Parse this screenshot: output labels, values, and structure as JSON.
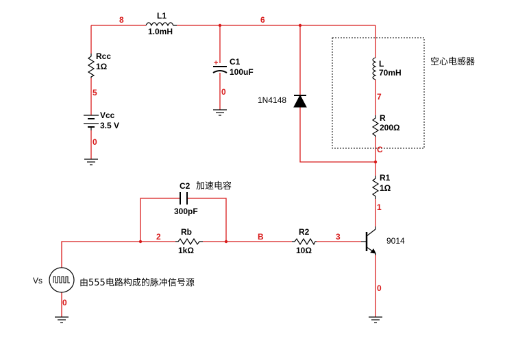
{
  "components": {
    "l1": {
      "name": "L1",
      "value": "1.0mH"
    },
    "c1": {
      "name": "C1",
      "value": "100uF",
      "polarity": "+"
    },
    "rcc": {
      "name": "Rcc",
      "value": "1Ω"
    },
    "vcc": {
      "name": "Vcc",
      "value": "3.5 V"
    },
    "diode": {
      "name": "1N4148"
    },
    "l": {
      "name": "L",
      "value": "70mH"
    },
    "r": {
      "name": "R",
      "value": "200Ω"
    },
    "r1": {
      "name": "R1",
      "value": "1Ω"
    },
    "c2": {
      "name": "C2",
      "value": "300pF",
      "note": "加速电容"
    },
    "rb": {
      "name": "Rb",
      "value": "1kΩ"
    },
    "r2": {
      "name": "R2",
      "value": "10Ω"
    },
    "q": {
      "name": "9014"
    },
    "vs": {
      "name": "Vs",
      "note": "由555电路构成的脉冲信号源"
    }
  },
  "box_label": "空心电感器",
  "nets": {
    "n8": "8",
    "n6": "6",
    "n5": "5",
    "n0a": "0",
    "n0c1": "0",
    "n7": "7",
    "nC": "C",
    "n1": "1",
    "n2": "2",
    "nB": "B",
    "n3": "3",
    "n0q": "0",
    "n0vs": "0"
  }
}
